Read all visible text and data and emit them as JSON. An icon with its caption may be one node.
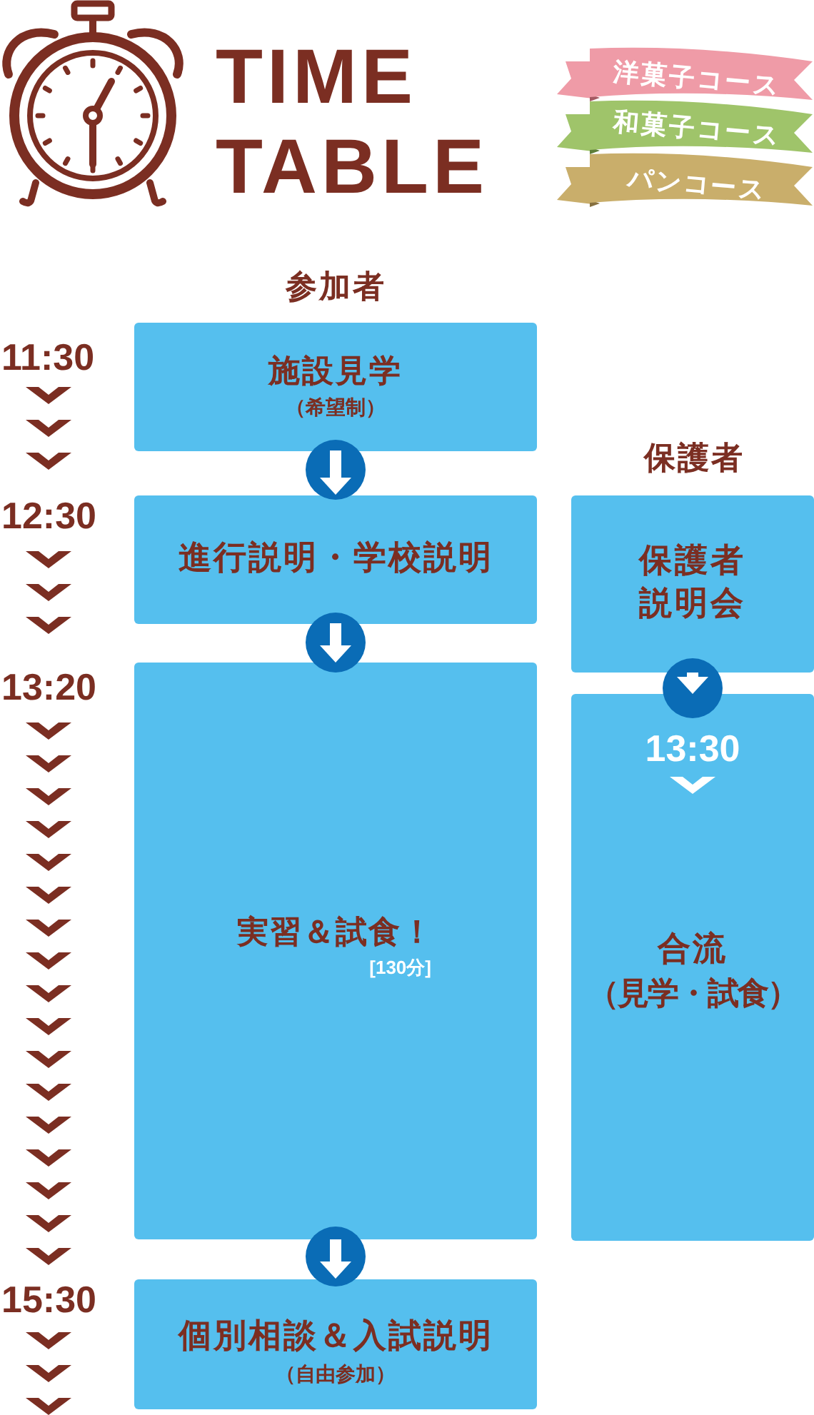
{
  "diagram": {
    "title": "TIME TABLE",
    "nodes": [
      {
        "text": [
          "洋菓子コース"
        ]
      },
      {
        "text": [
          "和菓子コース"
        ]
      },
      {
        "text": [
          "パンコース"
        ]
      },
      {
        "text": [
          "施設見学",
          "（希望制）"
        ]
      },
      {
        "text": [
          "進行説明・学校説明"
        ]
      },
      {
        "text": [
          "保護者説明会"
        ]
      },
      {
        "text": [
          "実習＆試食！",
          "[130分]"
        ]
      },
      {
        "text": [
          "13:30",
          "合流",
          "（見学・試食）"
        ]
      },
      {
        "text": [
          "個別相談＆入試説明",
          "（自由参加）"
        ]
      }
    ],
    "edges": [
      {
        "from": 3,
        "to": 4,
        "arrow": "to"
      },
      {
        "from": 4,
        "to": 6,
        "arrow": "to"
      },
      {
        "from": 6,
        "to": 8,
        "arrow": "to"
      },
      {
        "from": 5,
        "to": 7,
        "arrow": "to"
      }
    ],
    "labels": [
      "参加者",
      "11:30",
      "保護者",
      "12:30",
      "13:20",
      "15:30"
    ]
  }
}
